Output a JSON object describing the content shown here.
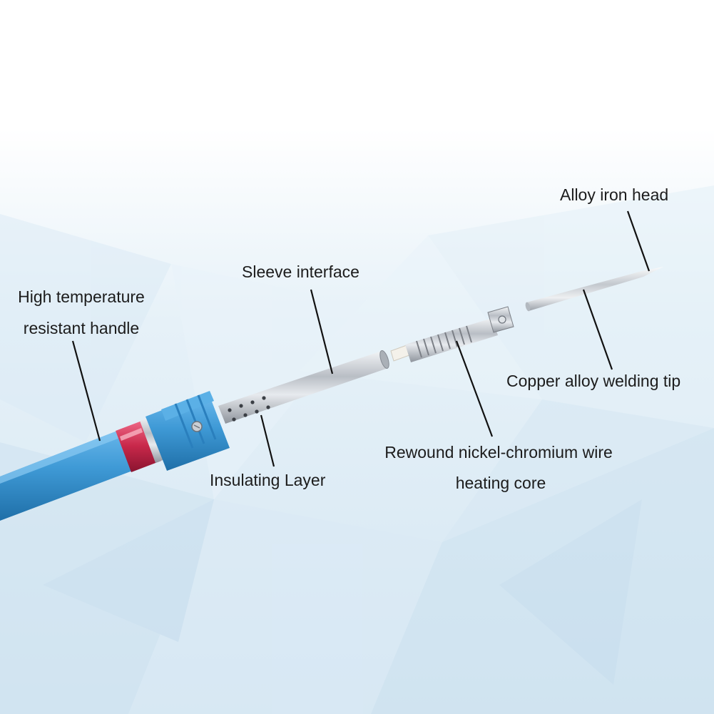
{
  "labels": {
    "handle_line1": "High temperature",
    "handle_line2": "resistant handle",
    "sleeve": "Sleeve interface",
    "insulating": "Insulating Layer",
    "core_line1": "Rewound nickel-chromium wire",
    "core_line2": "heating core",
    "head": "Alloy iron head",
    "tip": "Copper alloy welding tip"
  },
  "colors": {
    "handle_blue": "#3f9ad6",
    "collar_red": "#c8284a",
    "sleeve_silver": "#c9ced4",
    "leader_line": "#111111"
  }
}
